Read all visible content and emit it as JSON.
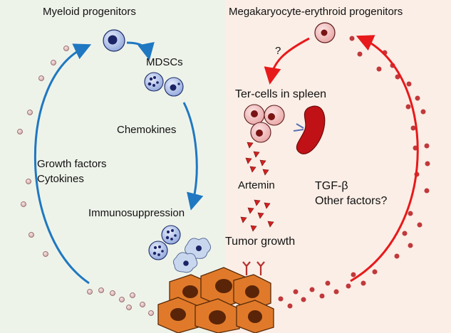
{
  "left_panel": {
    "title": "Myeloid progenitors",
    "mdscs": "MDSCs",
    "chemokines": "Chemokines",
    "growth_factors": "Growth factors",
    "cytokines": "Cytokines",
    "immunosuppression": "Immunosuppression",
    "background_color": "#eef3ea",
    "arrow_color": "#1f78c1"
  },
  "right_panel": {
    "title": "Megakaryocyte-erythroid progenitors",
    "question": "?",
    "ter_cells": "Ter-cells in spleen",
    "artemin": "Artemin",
    "tgf": "TGF-β",
    "other_factors": "Other factors?",
    "background_color": "#fbeee6",
    "arrow_color": "#e8191b"
  },
  "center": {
    "tumor_growth": "Tumor growth",
    "tumor_color": "#e07a2a"
  },
  "icons": [
    "myeloid-progenitor-cell-icon",
    "mdsc-cell-icon",
    "erythroid-progenitor-cell-icon",
    "ter-cell-icon",
    "spleen-icon",
    "artemin-triangle-icon",
    "receptor-icon",
    "tumor-cell-icon",
    "macrophage-icon",
    "growth-factor-dot-icon"
  ]
}
